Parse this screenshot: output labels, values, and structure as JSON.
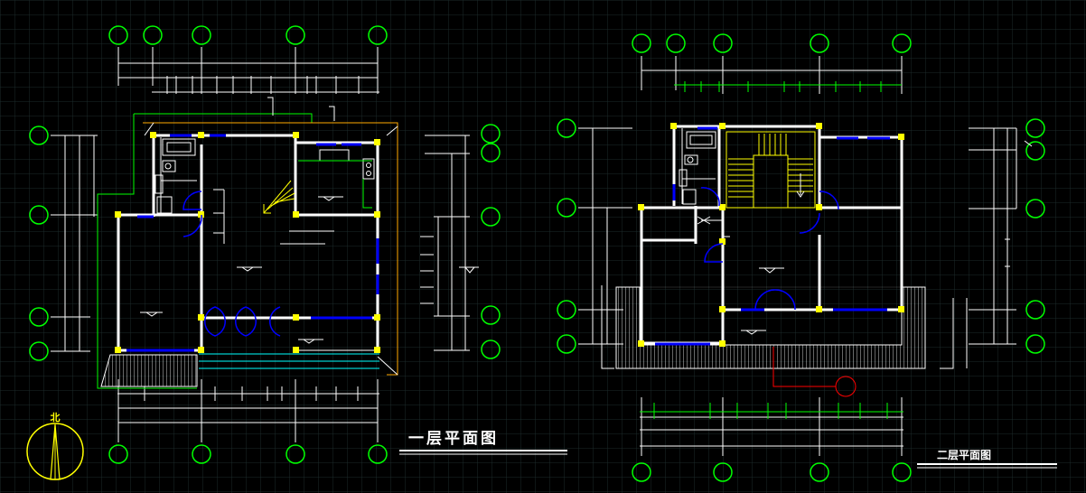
{
  "drawing": {
    "colors": {
      "background": "#000000",
      "grid": "#1c2a2a",
      "wall": "#ffffff",
      "column": "#ffff00",
      "window": "#0000ff",
      "axis_bubble": "#00ff00",
      "dimension": "#ffffff",
      "door_swing": "#0000ff",
      "stair": "#ffff00",
      "site_green": "#00ff00",
      "site_orange": "#ffaa00",
      "section_red": "#ff0000",
      "north_arrow": "#ffff00",
      "title": "#ffffff"
    },
    "north_label": "北",
    "plan_1": {
      "title": "一层平面图"
    },
    "plan_2": {
      "title": "二层平面图"
    }
  }
}
